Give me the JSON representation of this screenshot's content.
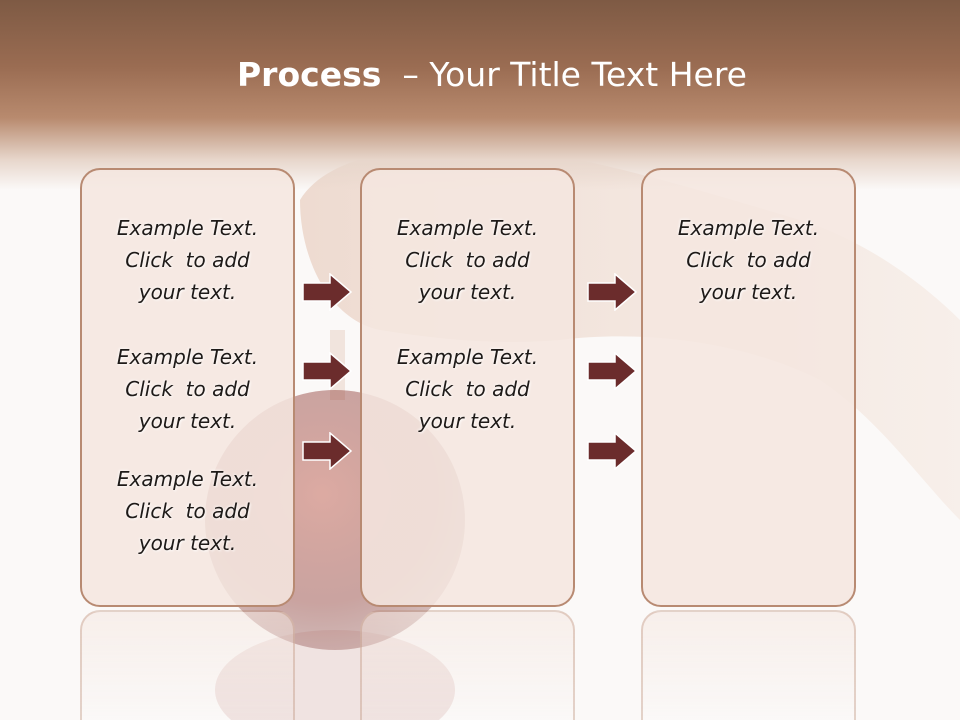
{
  "slide": {
    "title_bold": "Process",
    "title_rest": "  – Your Title Text Here",
    "columns": [
      {
        "blocks": [
          {
            "line1": "Example Text.",
            "line2": "Click  to add",
            "line3": "your text."
          },
          {
            "line1": "Example Text.",
            "line2": "Click  to add",
            "line3": "your text."
          },
          {
            "line1": "Example Text.",
            "line2": "Click  to add",
            "line3": "your text."
          }
        ]
      },
      {
        "blocks": [
          {
            "line1": "Example Text.",
            "line2": "Click  to add",
            "line3": "your text."
          },
          {
            "line1": "Example Text.",
            "line2": "Click  to add",
            "line3": "your text."
          }
        ]
      },
      {
        "blocks": [
          {
            "line1": "Example Text.",
            "line2": "Click  to add",
            "line3": "your text."
          }
        ]
      }
    ],
    "icons": {
      "arrow": "arrow-right-icon"
    },
    "colors": {
      "header_band": "#8b6148",
      "box_fill": "#f4e6df",
      "box_border": "#b88a72",
      "arrow_fill": "#6b2c2c",
      "text": "#1e1a18",
      "title": "#ffffff"
    }
  }
}
